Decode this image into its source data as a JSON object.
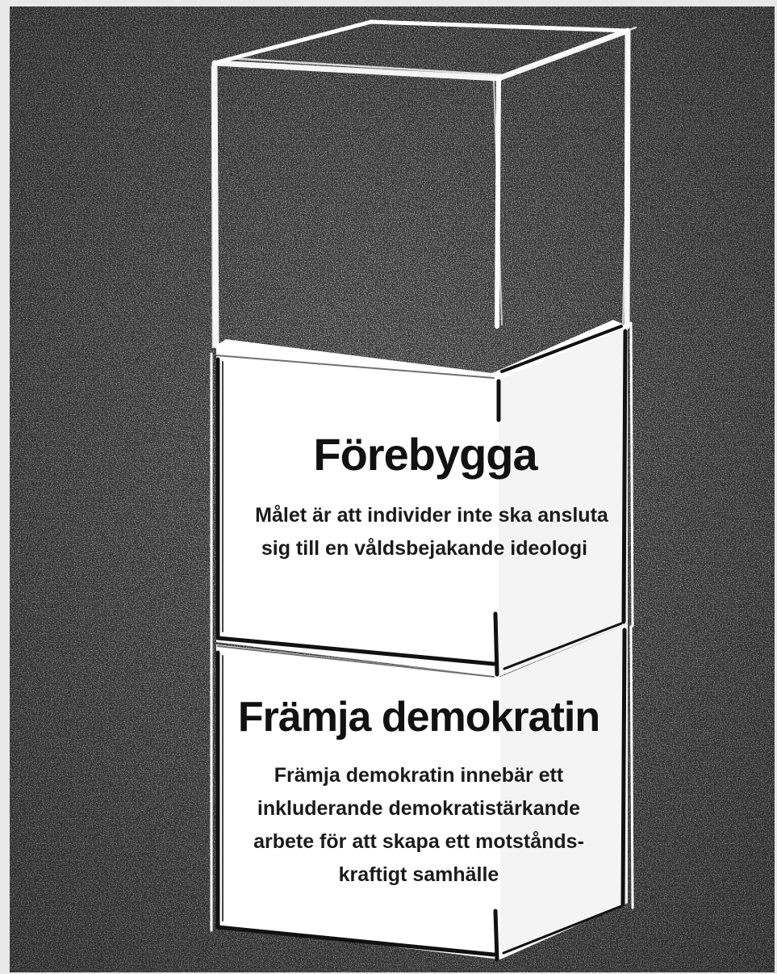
{
  "colors": {
    "background_asphalt": "#3e3e3e",
    "frame": "#e9e9e9",
    "box_fill": "#ffffff",
    "outline_dark": "#111111",
    "outline_light": "#ffffff",
    "text": "#111111"
  },
  "stack": {
    "top_box": {
      "state": "empty outline"
    },
    "middle_box": {
      "title": "Förebygga",
      "description_lines": [
        "Målet är att individer inte ska ansluta",
        "sig till en våldsbejakande ideologi"
      ]
    },
    "bottom_box": {
      "title": "Främja demokratin",
      "description_lines": [
        "Främja demokratin innebär ett",
        "inkluderande demokratistärkande",
        "arbete för att skapa ett motstånds-",
        "kraftigt samhälle"
      ]
    }
  }
}
